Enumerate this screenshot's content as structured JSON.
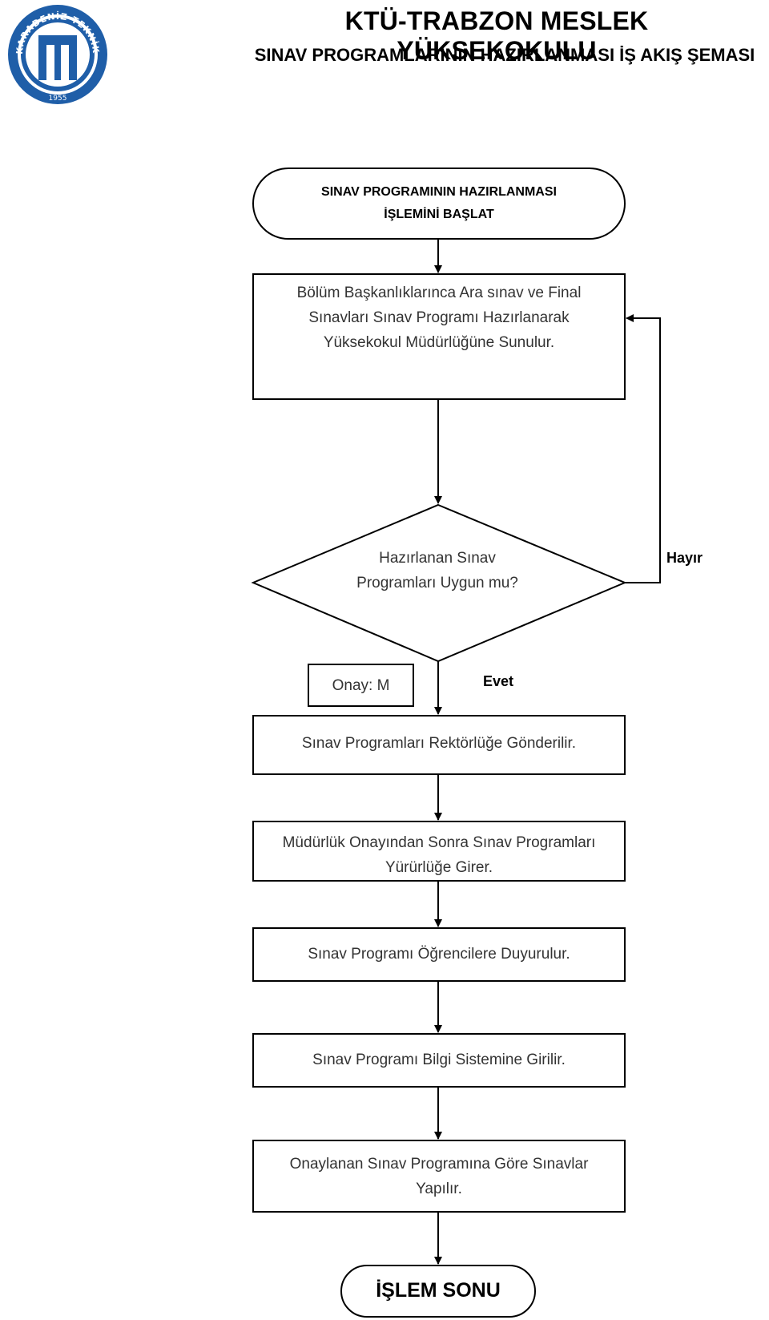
{
  "header": {
    "title": "KTÜ-TRABZON MESLEK YÜKSEKOKULU",
    "subtitle": "SINAV PROGRAMLARININ HAZIRLANMASI İŞ AKIŞ ŞEMASI"
  },
  "logo": {
    "ring_text": "KARADENİZ TEKNİK ÜNİVERSİTESİ",
    "year": "1955",
    "color": "#1f5ea8"
  },
  "flow": {
    "start": {
      "line1": "SINAV PROGRAMININ HAZIRLANMASI",
      "line2": "İŞLEMİNİ BAŞLAT"
    },
    "step1": {
      "line1": "Bölüm Başkanlıklarınca Ara sınav ve Final",
      "line2": "Sınavları Sınav Programı Hazırlanarak",
      "line3": "Yüksekokul Müdürlüğüne Sunulur."
    },
    "decision": {
      "line1": "Hazırlanan Sınav",
      "line2": "Programları Uygun mu?",
      "no_label": "Hayır",
      "yes_label": "Evet"
    },
    "approval": "Onay: M",
    "step2": "Sınav Programları Rektörlüğe Gönderilir.",
    "step3": {
      "line1": "Müdürlük Onayından Sonra Sınav Programları",
      "line2": "Yürürlüğe Girer."
    },
    "step4": "Sınav Programı Öğrencilere Duyurulur.",
    "step5": "Sınav Programı Bilgi Sistemine Girilir.",
    "step6": {
      "line1": "Onaylanan Sınav Programına Göre Sınavlar",
      "line2": "Yapılır."
    },
    "end": "İŞLEM SONU"
  }
}
